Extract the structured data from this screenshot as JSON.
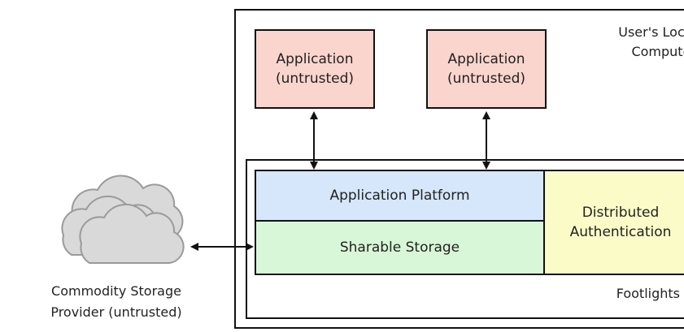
{
  "outer_label": "User's Local\nComputer",
  "inner_label": "Footlights",
  "app_left": "Application\n(untrusted)",
  "app_right": "Application\n(untrusted)",
  "platform": "Application Platform",
  "storage": "Sharable Storage",
  "auth": "Distributed\nAuthentication",
  "cloud_label": "Commodity Storage\nProvider (untrusted)",
  "colors": {
    "app_fill": "#f9d5ce",
    "platform_fill": "#d6e6fb",
    "storage_fill": "#d8f7d8",
    "auth_fill": "#fbfbc8",
    "cloud_fill": "#d9d9d9",
    "cloud_stroke": "#9a9a9a"
  }
}
